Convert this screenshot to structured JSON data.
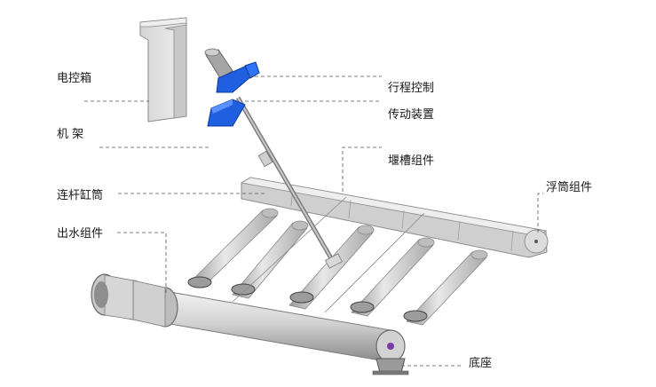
{
  "labels": {
    "control_box": "电控箱",
    "frame": "机 架",
    "stroke_control": "行程控制",
    "drive_unit": "传动装置",
    "weir_trough": "堰槽组件",
    "connecting_rod_cylinder": "连杆缸筒",
    "float_assembly": "浮筒组件",
    "outlet_assembly": "出水组件",
    "base": "底座"
  },
  "colors": {
    "pipe_light": "#e6e6e6",
    "pipe_mid": "#c4c4c4",
    "pipe_dark": "#8f8f8f",
    "drive_blue": "#1f5fe0",
    "leader_line": "#555555",
    "base_accent": "#7a3aa8"
  }
}
